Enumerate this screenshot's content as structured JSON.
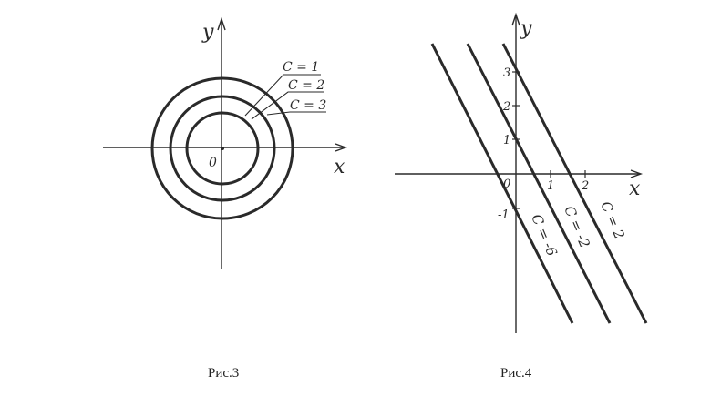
{
  "figures": [
    {
      "id": "fig3",
      "caption": "Рис.3",
      "axis_x_label": "x",
      "axis_y_label": "y",
      "origin_label": "0",
      "level_labels": [
        "C = 1",
        "C = 2",
        "C = 3"
      ]
    },
    {
      "id": "fig4",
      "caption": "Рис.4",
      "axis_x_label": "x",
      "axis_y_label": "y",
      "origin_label": "0",
      "x_ticks": [
        "1",
        "2"
      ],
      "y_ticks": [
        "3",
        "2",
        "1",
        "-1"
      ],
      "line_labels": [
        "C = -6",
        "C = -2",
        "C = 2"
      ]
    }
  ],
  "colors": {
    "ink": "#2a2a2a",
    "background": "#ffffff"
  }
}
